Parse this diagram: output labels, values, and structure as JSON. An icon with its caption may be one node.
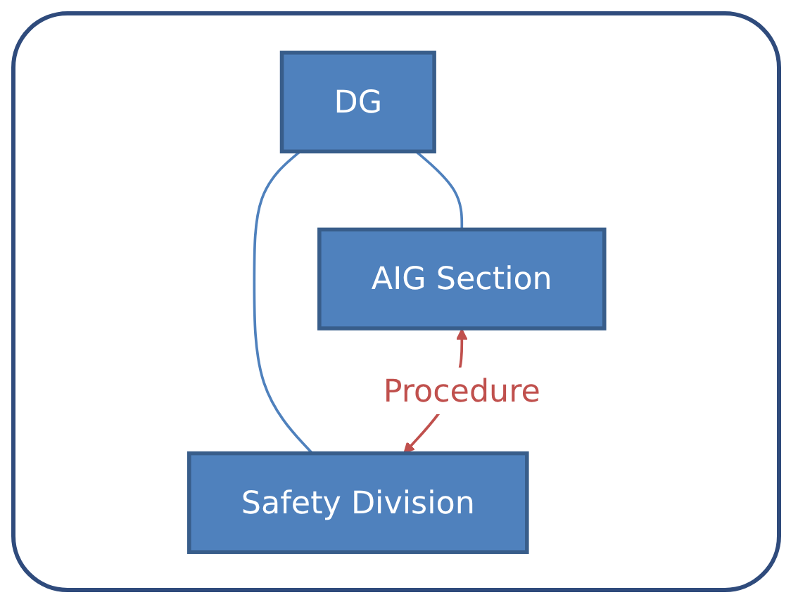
{
  "diagram": {
    "nodes": [
      {
        "text": [
          "DG"
        ]
      },
      {
        "text": [
          "AIG Section"
        ]
      },
      {
        "text": [
          "Safety Division"
        ]
      }
    ],
    "edges": [
      {
        "from": 0,
        "to": 1,
        "arrow": "none"
      },
      {
        "from": 0,
        "to": 2,
        "arrow": "none"
      },
      {
        "from": 2,
        "to": 1,
        "arrow": "both",
        "label": "Procedure",
        "color": "#c0504d"
      }
    ]
  }
}
